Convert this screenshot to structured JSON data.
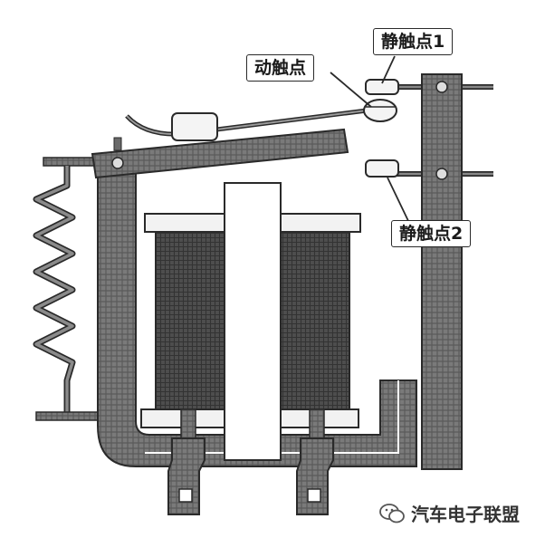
{
  "labels": {
    "moving_contact": "动触点",
    "static_contact_1": "静触点1",
    "static_contact_2": "静触点2"
  },
  "watermark": {
    "text": "汽车电子联盟"
  },
  "colors": {
    "metal": "#6e6e6e",
    "metal_dark": "#3c3c3c",
    "coil": "#4a4a4a",
    "outline": "#2a2a2a",
    "plate": "#f2f2f2"
  }
}
